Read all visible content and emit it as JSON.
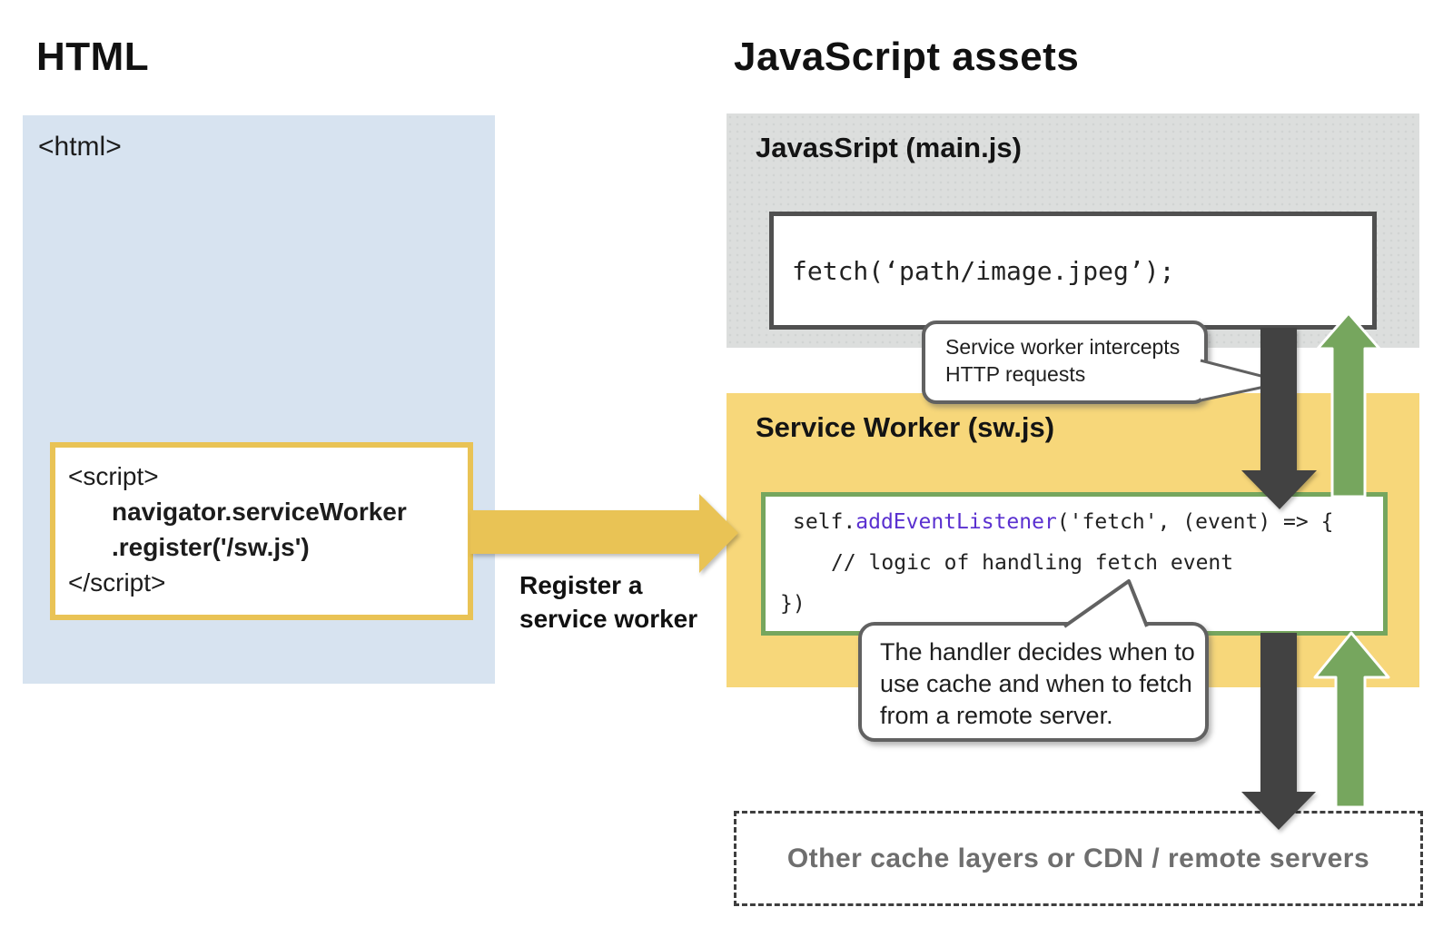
{
  "headings": {
    "left": "HTML",
    "right": "JavaScript assets"
  },
  "html_panel": {
    "tag": "<html>",
    "script": {
      "l1": "<script>",
      "l2": "navigator.serviceWorker",
      "l3": ".register('/sw.js')",
      "l4": "</script>"
    }
  },
  "register": {
    "l1": "Register a",
    "l2": "service worker"
  },
  "mainjs": {
    "title": "JavasSript (main.js)",
    "code": "fetch(‘path/image.jpeg’);"
  },
  "sw": {
    "title": "Service Worker (sw.js)",
    "code": {
      "l1_pre": "self.",
      "l1_kw": "addEventListener",
      "l1_post": "('fetch', (event) => {",
      "l2": "// logic of handling fetch event",
      "l3": "})"
    }
  },
  "bubbles": {
    "intercept": {
      "l1": "Service worker intercepts",
      "l2": "HTTP requests"
    },
    "handler": {
      "l1": "The handler decides when to",
      "l2": "use cache and when to fetch",
      "l3": "from a remote server."
    }
  },
  "cache": {
    "label": "Other cache layers or CDN / remote servers"
  },
  "colors": {
    "panel_blue": "#d7e3f0",
    "panel_gray": "#dcdedd",
    "panel_yellow": "#f7d77a",
    "accent_yellow": "#e9c355",
    "green": "#76a65e",
    "dark_arrow": "#424242",
    "keyword_purple": "#5a30d0",
    "bubble_border": "#616161",
    "cache_text_gray": "#6e6e6e"
  }
}
